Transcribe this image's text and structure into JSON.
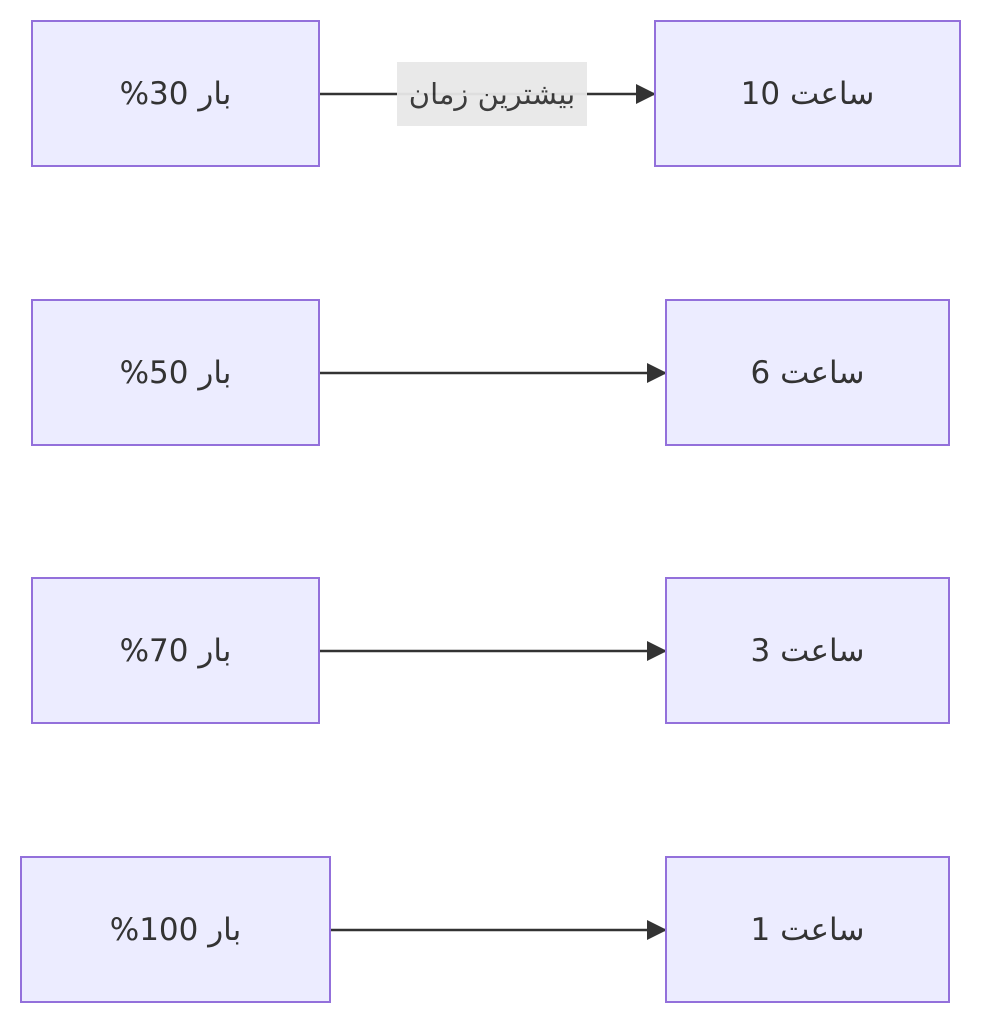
{
  "diagram": {
    "type": "flowchart-LR",
    "colors": {
      "node_fill": "#ECECFF",
      "node_stroke": "#9370DB",
      "edge": "#333333",
      "label_bg": "#E8E8E8",
      "text": "#333333"
    },
    "rows": [
      {
        "source": "بار 30%",
        "target": "ساعت 10",
        "edge_label": "بیشترین زمان"
      },
      {
        "source": "بار 50%",
        "target": "ساعت 6",
        "edge_label": ""
      },
      {
        "source": "بار 70%",
        "target": "ساعت 3",
        "edge_label": ""
      },
      {
        "source": "بار 100%",
        "target": "ساعت 1",
        "edge_label": ""
      }
    ]
  }
}
